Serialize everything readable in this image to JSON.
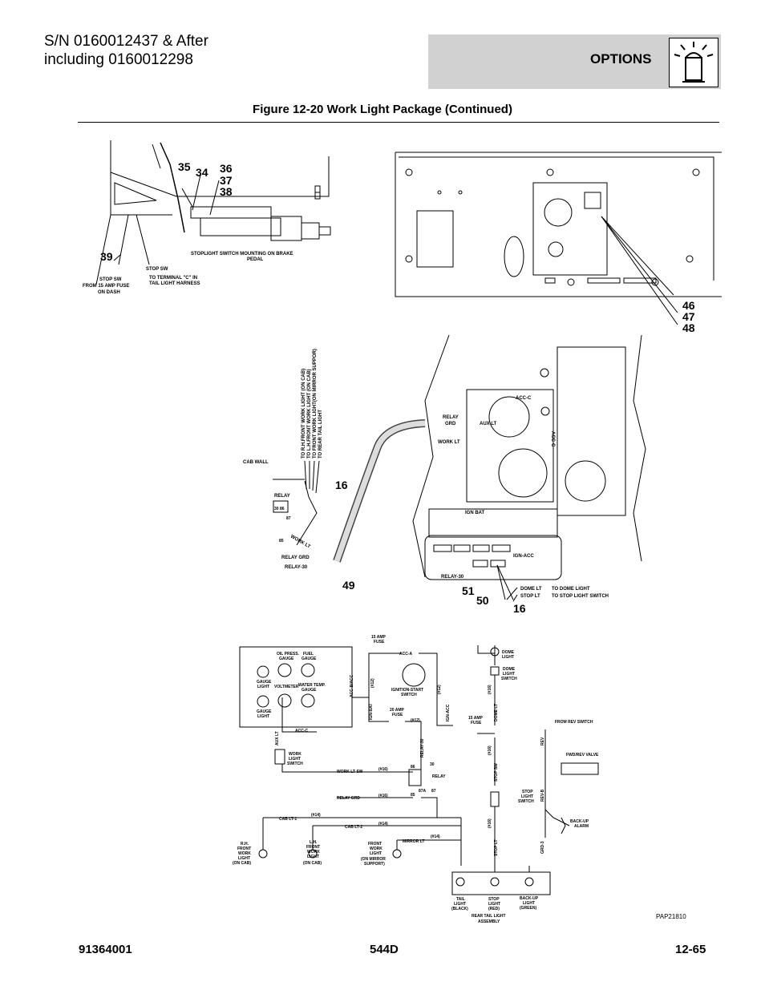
{
  "header": {
    "serial_line1": "S/N 0160012437 & After",
    "serial_line2": "including 0160012298",
    "section": "OPTIONS"
  },
  "figure_title": "Figure 12-20 Work Light Package (Continued)",
  "callouts": {
    "c35": "35",
    "c34": "34",
    "c36": "36",
    "c37": "37",
    "c38": "38",
    "c39": "39",
    "c46": "46",
    "c47": "47",
    "c48": "48",
    "c16a": "16",
    "c49": "49",
    "c51": "51",
    "c50": "50",
    "c16b": "16"
  },
  "pedal_labels": {
    "stop_sw1": "STOP SW",
    "stop_sw2": "STOP SW",
    "from_fuse_1": "FROM 15 AMP FUSE",
    "from_fuse_2": "ON DASH",
    "to_terminal_1": "TO TERMINAL \"C\" IN",
    "to_terminal_2": "TAIL LIGHT HARNESS",
    "mounting_1": "STOPLIGHT SWITCH MOUNTING ON BRAKE",
    "mounting_2": "PEDAL"
  },
  "harness_labels": {
    "to_rh": "TO R.H.FRONT WORK LIGHT (ON CAB)",
    "to_lh": "TO L.H.FRONT WORK LIGHT (ON CAB)",
    "to_front": "TO FRONT WORK LIGHT(ON MIRROR SUPPOR)",
    "to_rear": "TO REAR TAIL LIGHT",
    "cab_wall": "CAB WALL",
    "relay": "RELAY",
    "relay_pins": "30 86",
    "pin87": "87",
    "pin85": "85",
    "work_lt": "WORK LT",
    "relay_grd": "RELAY GRD",
    "relay_30": "RELAY-30",
    "acc_c": "ACC-C",
    "relay_grd_panel_1": "RELAY",
    "relay_grd_panel_2": "GRD",
    "aux_lt": "AUX LT",
    "work_lt_panel": "WORK LT",
    "acc_c_vert": "ACC-C",
    "ign_bat": "IGN BAT",
    "ign_acc": "IGN-ACC",
    "relay_30_panel": "RELAY-30",
    "dome_lt": "DOME LT",
    "stop_lt": "STOP LT",
    "to_dome": "TO DOME LIGHT",
    "to_stop": "TO STOP LIGHT SWITCH"
  },
  "schematic_labels": {
    "oil_press_1": "OIL PRESS.",
    "oil_press_2": "GAUGE",
    "fuel_1": "FUEL",
    "fuel_2": "GAUGE",
    "gauge_light_a1": "GAUGE",
    "gauge_light_a2": "LIGHT",
    "voltmeter": "VOLTMETER",
    "water_1": "WATER TEMP.",
    "water_2": "GAUGE",
    "gauge_light_b1": "GAUGE",
    "gauge_light_b2": "LIGHT",
    "acc_b_acc": "ACC-B/ACC",
    "fuse15_1": "15 AMP",
    "fuse15_2": "FUSE",
    "acc_a": "ACC-A",
    "n12a": "(#12)",
    "ign_1": "IGNITION-START",
    "ign_2": "SWITCH",
    "ign_bat": "IGN-BAT",
    "ign_acc": "IGN-ACC",
    "n12b": "(#12)",
    "fuse20_1": "20 AMP",
    "fuse20_2": "FUSE",
    "n12c": "(#12)",
    "aux_lt": "AUX LT",
    "acc_c": "ACC-C",
    "wls_1": "WORK",
    "wls_2": "LIGHT",
    "wls_3": "SWITCH",
    "work_lt_sw": "WORK LT SW",
    "n16a": "(#16)",
    "relay_grd": "RELAY GRD",
    "n16b": "(#16)",
    "relay_30": "RELAY-30",
    "p86": "86",
    "p30": "30",
    "relay": "RELAY",
    "p87a": "87A",
    "p87": "87",
    "p85": "85",
    "n14a": "(#14)",
    "cab_lt1": "CAB LT-1",
    "n14b": "(#14)",
    "cab_lt2": "CAB LT-2",
    "n14c": "(#14)",
    "mirror_lt": "MIRROR LT",
    "rh_1": "R.H.",
    "rh_2": "FRONT",
    "rh_3": "WORK",
    "rh_4": "LIGHT",
    "rh_5": "(ON CAB)",
    "lh_1": "L.H.",
    "lh_2": "FRONT",
    "lh_3": "WORK",
    "lh_4": "LIGHT",
    "lh_5": "(ON CAB)",
    "fr_1": "FRONT",
    "fr_2": "WORK",
    "fr_3": "LIGHT",
    "fr_4": "(ON MIRROR",
    "fr_5": "SUPPORT)",
    "dome_1": "DOME",
    "dome_2": "LIGHT",
    "dls_1": "DOME",
    "dls_2": "LIGHT",
    "dls_3": "SWITCH",
    "n16c": "(#16)",
    "dome_lt": "DOME LT",
    "fuse15b_1": "15 AMP",
    "fuse15b_2": "FUSE",
    "n16d": "(#16)",
    "stop_sw": "STOP SW",
    "n16e": "(#16)",
    "stop_lt": "STOP LT",
    "from_rev": "FROM REV SWITCH",
    "rev": "REV",
    "fwdrev": "FWD/REV VALVE",
    "rev_b": "REV-B",
    "sls_1": "STOP",
    "sls_2": "LIGHT",
    "sls_3": "SWITCH",
    "bu_1": "BACK-UP",
    "bu_2": "ALARM",
    "grd_3": "GRD-3",
    "tail_1": "TAIL",
    "tail_2": "LIGHT",
    "tail_3": "(BLACK)",
    "stopl_1": "STOP",
    "stopl_2": "LIGHT",
    "stopl_3": "(RED)",
    "bul_1": "BACK-UP",
    "bul_2": "LIGHT",
    "bul_3": "(GREEN)",
    "rear_1": "REAR TAIL LIGHT",
    "rear_2": "ASSEMBLY",
    "pap": "PAP21810"
  },
  "footer": {
    "part_number": "91364001",
    "model": "544D",
    "page": "12-65"
  }
}
